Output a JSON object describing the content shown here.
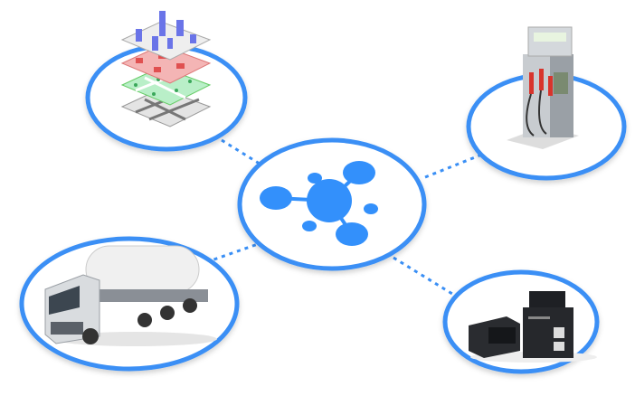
{
  "colors": {
    "accent": "#3a8ff5",
    "hub": "#3390fb"
  },
  "nodes": [
    {
      "name": "city-map-layers",
      "icon": "layered-map-icon"
    },
    {
      "name": "fuel-dispenser",
      "icon": "fuel-pump-icon"
    },
    {
      "name": "fuel-tanker-truck",
      "icon": "tanker-truck-icon"
    },
    {
      "name": "obd-tracker-device",
      "icon": "obd-device-icon"
    }
  ],
  "hub": {
    "icon": "network-hub-icon"
  }
}
